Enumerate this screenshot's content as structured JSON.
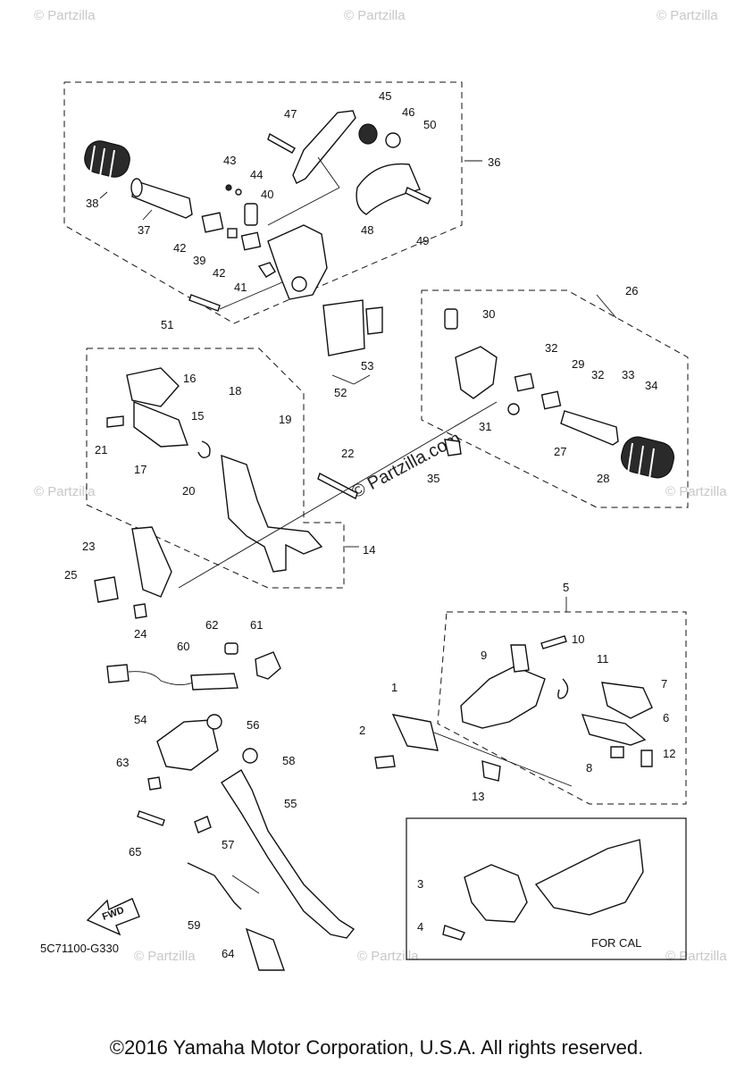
{
  "watermark": "© Partzilla",
  "center_watermark": "© Partzilla.com",
  "diagram_code": "5C71100-G330",
  "fwd_label": "FWD",
  "for_cal_label": "FOR CAL",
  "copyright": "©2016 Yamaha Motor Corporation, U.S.A. All rights reserved.",
  "callouts": {
    "n1": "1",
    "n2": "2",
    "n3": "3",
    "n4": "4",
    "n5": "5",
    "n6": "6",
    "n7": "7",
    "n8": "8",
    "n9": "9",
    "n10": "10",
    "n11": "11",
    "n12": "12",
    "n13": "13",
    "n14": "14",
    "n15": "15",
    "n16": "16",
    "n17": "17",
    "n18": "18",
    "n19": "19",
    "n20": "20",
    "n21": "21",
    "n22": "22",
    "n23": "23",
    "n24": "24",
    "n25": "25",
    "n26": "26",
    "n27": "27",
    "n28": "28",
    "n29": "29",
    "n30": "30",
    "n31": "31",
    "n32": "32",
    "n33": "33",
    "n34": "34",
    "n35": "35",
    "n36": "36",
    "n37": "37",
    "n38": "38",
    "n39": "39",
    "n40": "40",
    "n41": "41",
    "n42": "42",
    "n43": "43",
    "n44": "44",
    "n45": "45",
    "n46": "46",
    "n47": "47",
    "n48": "48",
    "n49": "49",
    "n50": "50",
    "n51": "51",
    "n52": "52",
    "n53": "53",
    "n54": "54",
    "n55": "55",
    "n56": "56",
    "n57": "57",
    "n58": "58",
    "n59": "59",
    "n60": "60",
    "n61": "61",
    "n62": "62",
    "n63": "63",
    "n64": "64",
    "n65": "65"
  }
}
